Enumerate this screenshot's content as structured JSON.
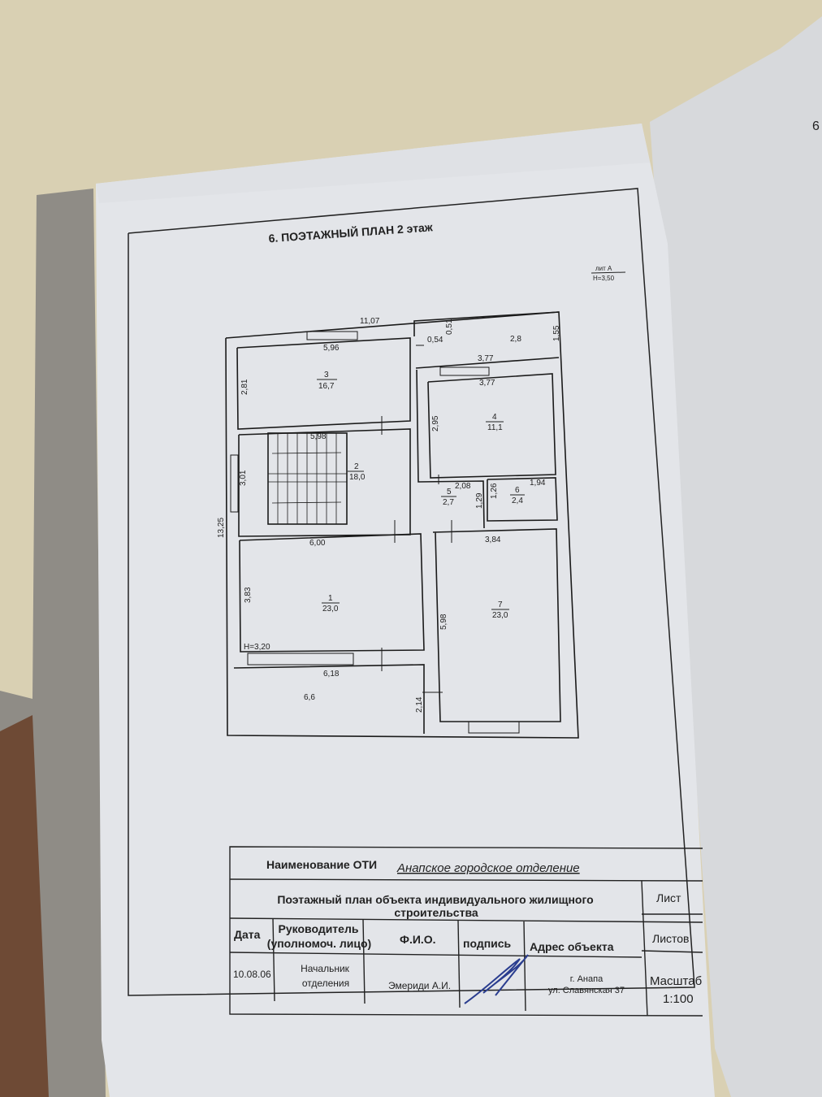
{
  "document": {
    "title": "6. ПОЭТАЖНЫЙ ПЛАН  2  этаж",
    "liter": "лит А",
    "liter_height": "Н=3,50",
    "right_page_fragment": "6"
  },
  "plan": {
    "overall_width": "11,07",
    "overall_depth": "13,25",
    "floor_height_note": "Н=3,20",
    "rooms": [
      {
        "number": "1",
        "area": "23,0"
      },
      {
        "number": "2",
        "area": "18,0"
      },
      {
        "number": "3",
        "area": "16,7"
      },
      {
        "number": "4",
        "area": "11,1"
      },
      {
        "number": "5",
        "area": "2,7"
      },
      {
        "number": "6",
        "area": "2,4"
      },
      {
        "number": "7",
        "area": "23,0"
      }
    ],
    "balconies": [
      {
        "area": "2,8"
      },
      {
        "area": "6,6"
      }
    ],
    "dimensions": {
      "room3_width": "5,96",
      "room3_depth": "2,81",
      "passage_width": "0,54",
      "passage_depth": "0,51",
      "balcony_top_depth": "1,55",
      "room4_width_outer": "3,77",
      "room4_width": "3,77",
      "room4_depth": "2,95",
      "room2_width": "5,98",
      "room2_depth": "3,01",
      "room5_width": "2,08",
      "room5_depth": "1,29",
      "room6_depth": "1,26",
      "room6_width": "1,94",
      "room1_width": "6,00",
      "room1_depth": "3,83",
      "room7_width": "3,84",
      "room7_depth": "5,98",
      "balcony_bottom_width": "6,18",
      "corridor_depth": "2,14"
    }
  },
  "title_block": {
    "oti_label": "Наименование ОТИ",
    "oti_value": "Анапское городское отделение",
    "plan_title_line1": "Поэтажный план объекта индивидуального жилищного",
    "plan_title_line2": "строительства",
    "sheet_label": "Лист",
    "sheets_label": "Листов",
    "scale_label": "Масштаб",
    "scale_value": "1:100",
    "headers": {
      "date": "Дата",
      "head_line1": "Руководитель",
      "head_line2": "(уполномоч. лицо)",
      "name": "Ф.И.О.",
      "signature": "подпись",
      "address": "Адрес объекта"
    },
    "values": {
      "date": "10.08.06",
      "position_line1": "Начальник",
      "position_line2": "отделения",
      "name": "Эмериди А.И.",
      "address_line1": "г. Анапа",
      "address_line2": "ул. Славянская 37"
    }
  }
}
